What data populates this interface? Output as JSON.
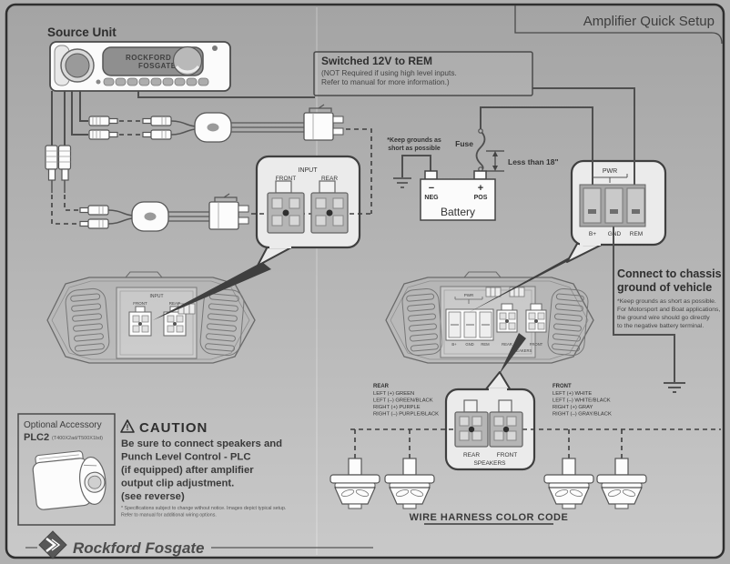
{
  "page": {
    "title": "Amplifier Quick Setup"
  },
  "colors": {
    "background": "#b3b3b3",
    "border": "#2f2f2f",
    "callout_fill": "#ebebeb",
    "ink": "#3a3a3a"
  },
  "source_unit": {
    "label": "Source Unit",
    "display_line1": "ROCKFORD",
    "display_line2": "FOSGATE"
  },
  "switched_rem": {
    "title": "Switched 12V to REM",
    "note1": "(NOT Required if using high level inputs.",
    "note2": "Refer to manual for more information.)"
  },
  "battery": {
    "label": "Battery",
    "fuse_label": "Fuse",
    "less_than_label": "Less than 18\"",
    "keep_grounds_line1": "*Keep grounds as",
    "keep_grounds_line2": "short as possible",
    "neg_sign": "−",
    "neg_label": "NEG",
    "pos_sign": "+",
    "pos_label": "POS"
  },
  "pwr_callout": {
    "title": "PWR",
    "terminals": [
      "B+",
      "GND",
      "REM"
    ]
  },
  "input_callout": {
    "title": "INPUT",
    "front_label": "FRONT",
    "rear_label": "REAR"
  },
  "speakers_callout": {
    "rear_label": "REAR",
    "front_label": "FRONT",
    "label": "SPEAKERS"
  },
  "chassis_ground": {
    "title_line1": "Connect to chassis",
    "title_line2": "ground of vehicle",
    "note_line1": "*Keep grounds as short as possible.",
    "note_line2": "For Motorsport and Boat applications,",
    "note_line3": "the ground wire should go directly",
    "note_line4": "to the negative battery terminal."
  },
  "amp_left": {
    "input_label": "INPUT",
    "front_label": "FRONT",
    "rear_label": "REAR"
  },
  "amp_right": {
    "pwr_label": "PWR",
    "terminals": [
      "B+",
      "GND",
      "REM"
    ],
    "rear_label": "REAR",
    "front_label": "FRONT",
    "speakers_label": "SPEAKERS"
  },
  "wire_harness": {
    "rear_title": "REAR",
    "rear_lines": [
      "LEFT  (+) GREEN",
      "LEFT  (–) GREEN/BLACK",
      "RIGHT (+) PURPLE",
      "RIGHT (–) PURPLE/BLACK"
    ],
    "front_title": "FRONT",
    "front_lines": [
      "LEFT  (+) WHITE",
      "LEFT  (–) WHITE/BLACK",
      "RIGHT (+) GRAY",
      "RIGHT (–) GRAY/BLACK"
    ],
    "title": "WIRE HARNESS COLOR CODE"
  },
  "speaker": {
    "plus": "+",
    "minus": "−"
  },
  "optional_accessory": {
    "line1": "Optional Accessory",
    "model": "PLC2",
    "models_note": "(T400X2ad/T500X1bd)"
  },
  "caution": {
    "bang": "!",
    "title": "CAUTION",
    "lines": [
      "Be sure to connect speakers and",
      "Punch Level Control - PLC",
      "(if equipped) after amplifier",
      "output clip adjustment.",
      "(see reverse)"
    ],
    "fine_line1": "* Specifications subject to change without notice. Images depict typical setup.",
    "fine_line2": "Refer to manual for additional wiring options."
  },
  "brand": {
    "name": "Rockford Fosgate"
  }
}
